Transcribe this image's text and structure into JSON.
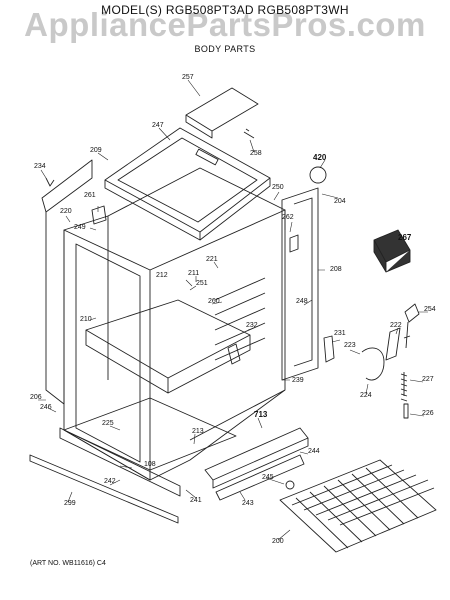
{
  "header": {
    "watermark": "AppliancePartsPros.com",
    "model": "MODEL(S) RGB508PT3AD  RGB508PT3WH",
    "section": "BODY PARTS"
  },
  "footer": {
    "art_number": "(ART NO. WB11616) C4"
  },
  "callouts": [
    "257",
    "247",
    "258",
    "209",
    "234",
    "420",
    "261",
    "250",
    "204",
    "220",
    "249",
    "262",
    "267",
    "221",
    "211",
    "208",
    "212",
    "251",
    "210",
    "260",
    "248",
    "254",
    "232",
    "231",
    "222",
    "223",
    "239",
    "206",
    "246",
    "224",
    "227",
    "713",
    "225",
    "226",
    "213",
    "244",
    "108",
    "245",
    "242",
    "241",
    "243",
    "299",
    "200"
  ]
}
